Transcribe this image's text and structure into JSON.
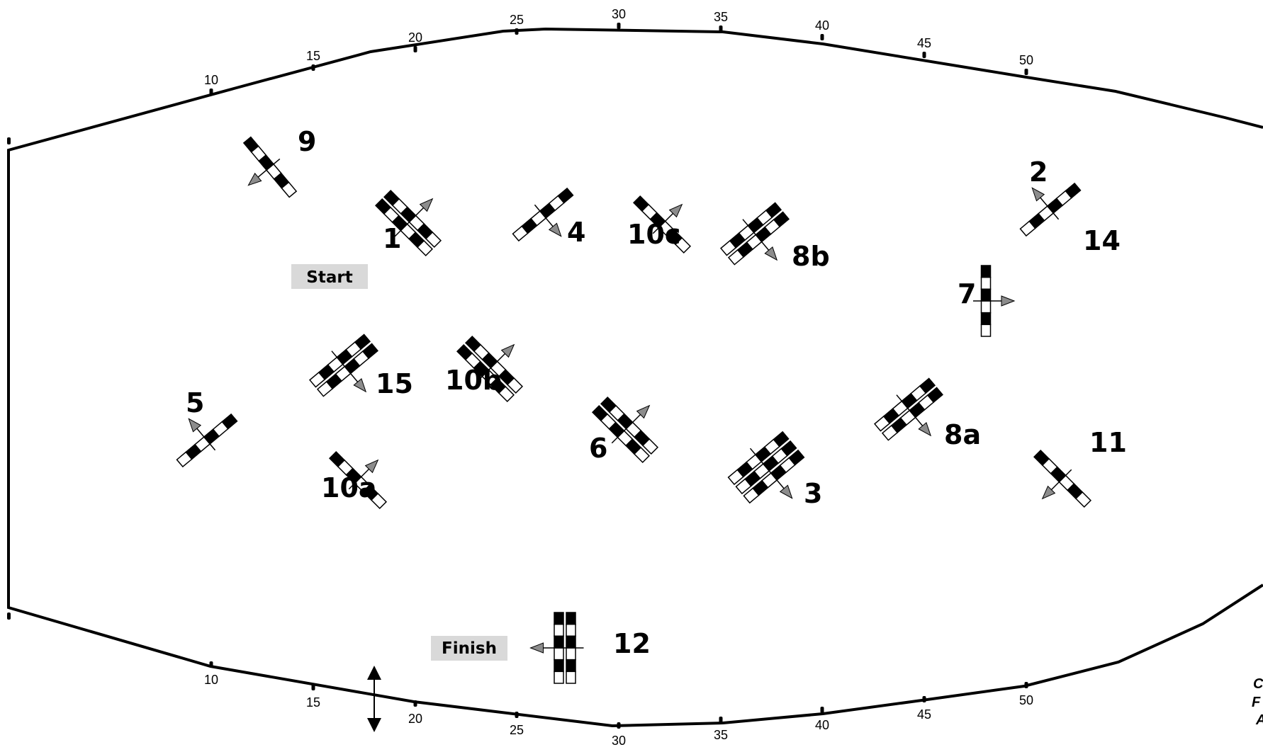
{
  "arena": {
    "top_ticks": [
      "10",
      "15",
      "20",
      "25",
      "30",
      "35",
      "40",
      "45",
      "50"
    ],
    "bottom_ticks": [
      "10",
      "15",
      "20",
      "25",
      "30",
      "35",
      "40",
      "45",
      "50"
    ],
    "start_label": "Start",
    "finish_label": "Finish",
    "corner_text": [
      "C",
      "F",
      "A"
    ]
  },
  "obstacles": [
    {
      "label": "1",
      "type": "oxer"
    },
    {
      "label": "2",
      "type": "vertical"
    },
    {
      "label": "3",
      "type": "triple-bar"
    },
    {
      "label": "4",
      "type": "vertical"
    },
    {
      "label": "5",
      "type": "vertical"
    },
    {
      "label": "6",
      "type": "oxer"
    },
    {
      "label": "7",
      "type": "vertical"
    },
    {
      "label": "8a",
      "type": "oxer"
    },
    {
      "label": "8b",
      "type": "oxer"
    },
    {
      "label": "9",
      "type": "vertical"
    },
    {
      "label": "10a",
      "type": "vertical"
    },
    {
      "label": "10b",
      "type": "oxer"
    },
    {
      "label": "10c",
      "type": "vertical"
    },
    {
      "label": "11",
      "type": "vertical"
    },
    {
      "label": "12",
      "type": "oxer"
    },
    {
      "label": "14",
      "type": "vertical"
    },
    {
      "label": "15",
      "type": "oxer"
    }
  ],
  "colors": {
    "outline": "#000000",
    "arrow": "#8c8c8c",
    "label_box": "#d9d9d9"
  }
}
